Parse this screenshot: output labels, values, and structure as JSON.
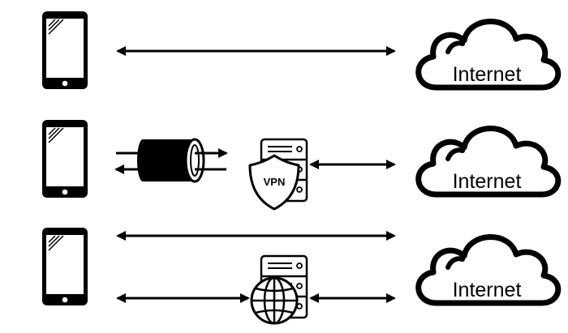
{
  "rows": [
    {
      "id": "direct",
      "cloud_label": "Internet"
    },
    {
      "id": "vpn",
      "cloud_label": "Internet",
      "server_badge": "VPN"
    },
    {
      "id": "split",
      "cloud_label": "Internet"
    }
  ],
  "colors": {
    "stroke": "#000000",
    "fill": "#ffffff",
    "tunnel": "#000000"
  },
  "icons": [
    "smartphone-icon",
    "cloud-icon",
    "tunnel-pipe-icon",
    "server-icon",
    "shield-icon",
    "globe-icon",
    "double-arrow-icon"
  ]
}
